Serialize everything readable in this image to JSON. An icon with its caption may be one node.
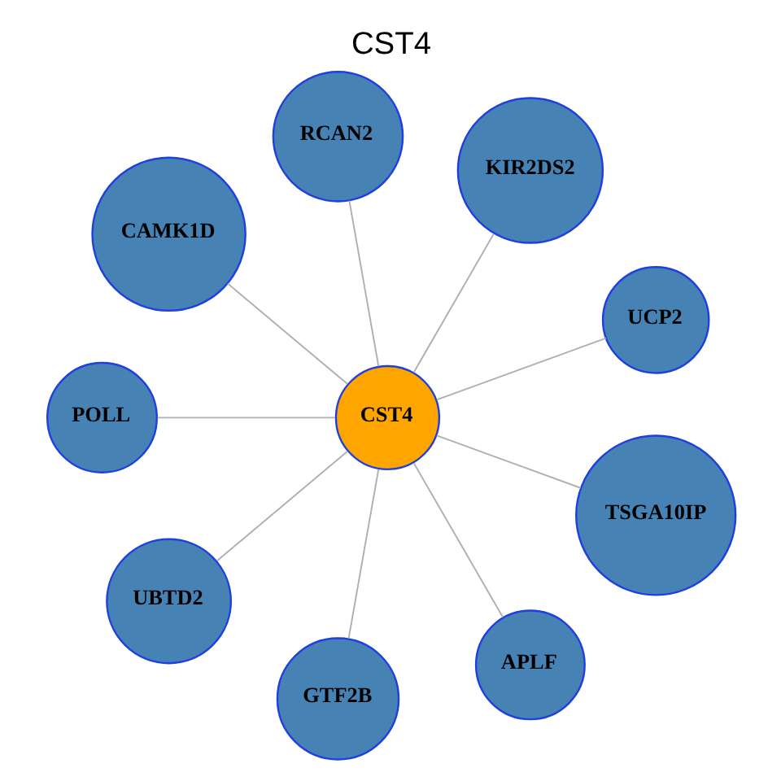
{
  "diagram": {
    "title": "CST4",
    "nodes": [
      {
        "text": [
          "UCP2"
        ]
      },
      {
        "text": [
          "KIR2DS2"
        ]
      },
      {
        "text": [
          "RCAN2"
        ]
      },
      {
        "text": [
          "CAMK1D"
        ]
      },
      {
        "text": [
          "CST4"
        ]
      },
      {
        "text": [
          "POLL"
        ]
      },
      {
        "text": [
          "UBTD2"
        ]
      },
      {
        "text": [
          "GTF2B"
        ]
      },
      {
        "text": [
          "APLF"
        ]
      },
      {
        "text": [
          "TSGA10IP"
        ]
      }
    ],
    "edges": [
      {
        "from": 4,
        "to": 0,
        "arrow": "none"
      },
      {
        "from": 4,
        "to": 1,
        "arrow": "none"
      },
      {
        "from": 4,
        "to": 2,
        "arrow": "none"
      },
      {
        "from": 4,
        "to": 3,
        "arrow": "none"
      },
      {
        "from": 4,
        "to": 5,
        "arrow": "none"
      },
      {
        "from": 4,
        "to": 6,
        "arrow": "none"
      },
      {
        "from": 4,
        "to": 7,
        "arrow": "none"
      },
      {
        "from": 4,
        "to": 8,
        "arrow": "none"
      },
      {
        "from": 4,
        "to": 9,
        "arrow": "none"
      }
    ]
  }
}
